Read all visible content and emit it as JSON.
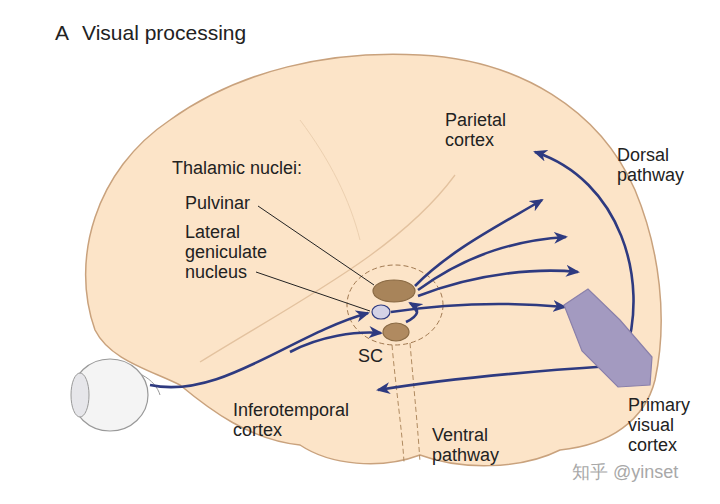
{
  "diagram": {
    "title": "Visual processing",
    "nodes": [
      {
        "text": [
          "Pulvinar"
        ]
      },
      {
        "text": [
          "Lateral geniculate nucleus"
        ]
      },
      {
        "text": [
          "SC"
        ]
      },
      {
        "text": [
          "Primary visual cortex"
        ]
      }
    ],
    "edges": [
      {
        "from": 1,
        "to": 3,
        "arrow": "to"
      },
      {
        "from": 2,
        "to": 0,
        "arrow": "to"
      }
    ],
    "labels": [
      "A",
      "Thalamic nuclei:",
      "Parietal cortex",
      "Dorsal pathway",
      "Inferotemporal cortex",
      "Ventral pathway",
      "知乎 @yinset"
    ]
  }
}
